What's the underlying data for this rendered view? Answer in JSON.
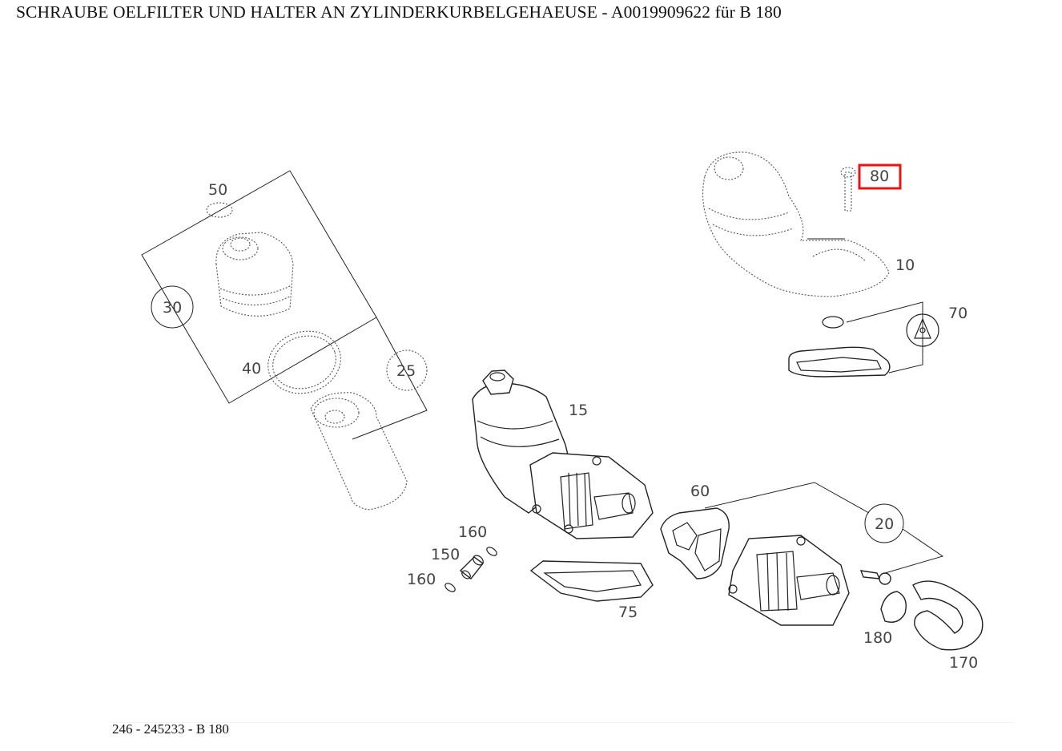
{
  "title": "SCHRAUBE OELFILTER UND HALTER AN ZYLINDERKURBELGEHAEUSE - A0019909622 für B 180",
  "footer": "246 - 245233 - B 180",
  "highlight_color": "#e11111",
  "callouts": {
    "c10": "10",
    "c15": "15",
    "c20": "20",
    "c25": "25",
    "c30": "30",
    "c40": "40",
    "c50": "50",
    "c60": "60",
    "c70": "70",
    "c75": "75",
    "c80": "80",
    "c150": "150",
    "c160a": "160",
    "c160b": "160",
    "c170": "170",
    "c180": "180"
  },
  "highlighted_part": "80"
}
